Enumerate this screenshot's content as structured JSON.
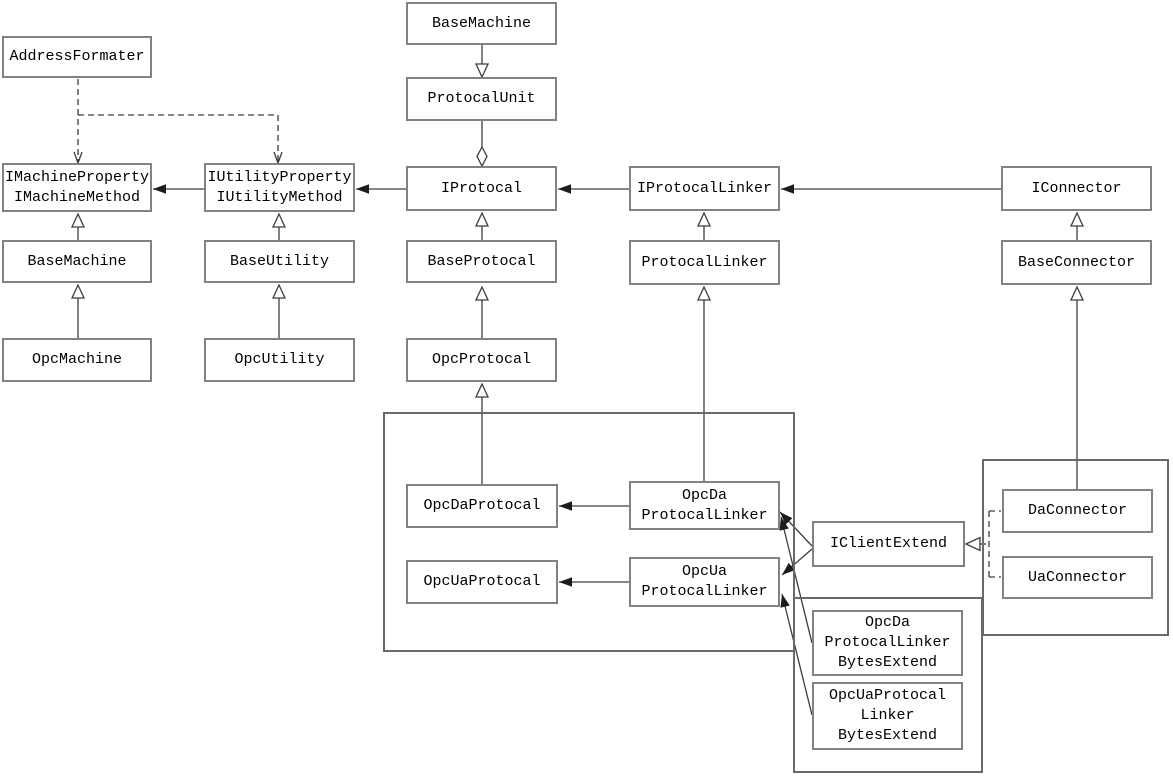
{
  "figure_type": "UML class diagram",
  "colors": {
    "background": "#ffffff",
    "box_border": "#828282",
    "group_border": "#696969",
    "line": "#3d3d3d",
    "arrowhead_fill": "#1c1c1c",
    "text": "#000000"
  },
  "nodes": {
    "address_formater": {
      "lines": [
        "AddressFormater"
      ]
    },
    "imachine": {
      "lines": [
        "IMachineProperty",
        "IMachineMethod"
      ]
    },
    "iutility": {
      "lines": [
        "IUtilityProperty",
        "IUtilityMethod"
      ]
    },
    "base_machine_left": {
      "lines": [
        "BaseMachine"
      ]
    },
    "base_utility": {
      "lines": [
        "BaseUtility"
      ]
    },
    "opc_machine": {
      "lines": [
        "OpcMachine"
      ]
    },
    "opc_utility": {
      "lines": [
        "OpcUtility"
      ]
    },
    "base_machine_top": {
      "lines": [
        "BaseMachine"
      ]
    },
    "protocal_unit": {
      "lines": [
        "ProtocalUnit"
      ]
    },
    "iprotocal": {
      "lines": [
        "IProtocal"
      ]
    },
    "base_protocal": {
      "lines": [
        "BaseProtocal"
      ]
    },
    "opc_protocal": {
      "lines": [
        "OpcProtocal"
      ]
    },
    "iprotocal_linker": {
      "lines": [
        "IProtocalLinker"
      ]
    },
    "protocal_linker": {
      "lines": [
        "ProtocalLinker"
      ]
    },
    "iconnector": {
      "lines": [
        "IConnector"
      ]
    },
    "base_connector": {
      "lines": [
        "BaseConnector"
      ]
    },
    "opcda_protocal": {
      "lines": [
        "OpcDaProtocal"
      ]
    },
    "opcua_protocal": {
      "lines": [
        "OpcUaProtocal"
      ]
    },
    "opcda_protocal_linker": {
      "lines": [
        "OpcDa",
        "ProtocalLinker"
      ]
    },
    "opcua_protocal_linker": {
      "lines": [
        "OpcUa",
        "ProtocalLinker"
      ]
    },
    "iclient_extend": {
      "lines": [
        "IClientExtend"
      ]
    },
    "da_connector": {
      "lines": [
        "DaConnector"
      ]
    },
    "ua_connector": {
      "lines": [
        "UaConnector"
      ]
    },
    "opcda_linker_bytes": {
      "lines": [
        "OpcDa",
        "ProtocalLinker",
        "BytesExtend"
      ]
    },
    "opcua_linker_bytes": {
      "lines": [
        "OpcUaProtocal",
        "Linker",
        "BytesExtend"
      ]
    }
  },
  "relationships": [
    {
      "from": "base_machine_top",
      "to": "protocal_unit",
      "type": "generalization"
    },
    {
      "from": "protocal_unit",
      "to": "iprotocal",
      "type": "aggregation"
    },
    {
      "from": "iprotocal",
      "to": "iutility",
      "type": "association"
    },
    {
      "from": "iutility",
      "to": "imachine",
      "type": "association"
    },
    {
      "from": "address_formater",
      "to": "imachine",
      "type": "dependency"
    },
    {
      "from": "address_formater",
      "to": "iutility",
      "type": "dependency"
    },
    {
      "from": "base_machine_left",
      "to": "imachine",
      "type": "generalization"
    },
    {
      "from": "opc_machine",
      "to": "base_machine_left",
      "type": "generalization"
    },
    {
      "from": "base_utility",
      "to": "iutility",
      "type": "generalization"
    },
    {
      "from": "opc_utility",
      "to": "base_utility",
      "type": "generalization"
    },
    {
      "from": "base_protocal",
      "to": "iprotocal",
      "type": "generalization"
    },
    {
      "from": "opc_protocal",
      "to": "base_protocal",
      "type": "generalization"
    },
    {
      "from": "opcda_protocal",
      "to": "opc_protocal",
      "type": "generalization"
    },
    {
      "from": "iprotocal_linker",
      "to": "iprotocal",
      "type": "association"
    },
    {
      "from": "protocal_linker",
      "to": "iprotocal_linker",
      "type": "generalization"
    },
    {
      "from": "opcda_protocal_linker",
      "to": "protocal_linker",
      "type": "generalization"
    },
    {
      "from": "opcda_protocal_linker",
      "to": "opcda_protocal",
      "type": "association"
    },
    {
      "from": "opcua_protocal_linker",
      "to": "opcua_protocal",
      "type": "association"
    },
    {
      "from": "iconnector",
      "to": "iprotocal_linker",
      "type": "association"
    },
    {
      "from": "base_connector",
      "to": "iconnector",
      "type": "generalization"
    },
    {
      "from": "da_connector",
      "to": "base_connector",
      "type": "generalization"
    },
    {
      "from": "da_connector",
      "to": "iclient_extend",
      "type": "realization"
    },
    {
      "from": "ua_connector",
      "to": "iclient_extend",
      "type": "realization"
    },
    {
      "from": "iclient_extend",
      "to": "opcda_protocal_linker",
      "type": "association"
    },
    {
      "from": "iclient_extend",
      "to": "opcua_protocal_linker",
      "type": "association"
    },
    {
      "from": "opcda_linker_bytes",
      "to": "opcda_protocal_linker",
      "type": "association"
    },
    {
      "from": "opcua_linker_bytes",
      "to": "opcua_protocal_linker",
      "type": "association"
    }
  ]
}
